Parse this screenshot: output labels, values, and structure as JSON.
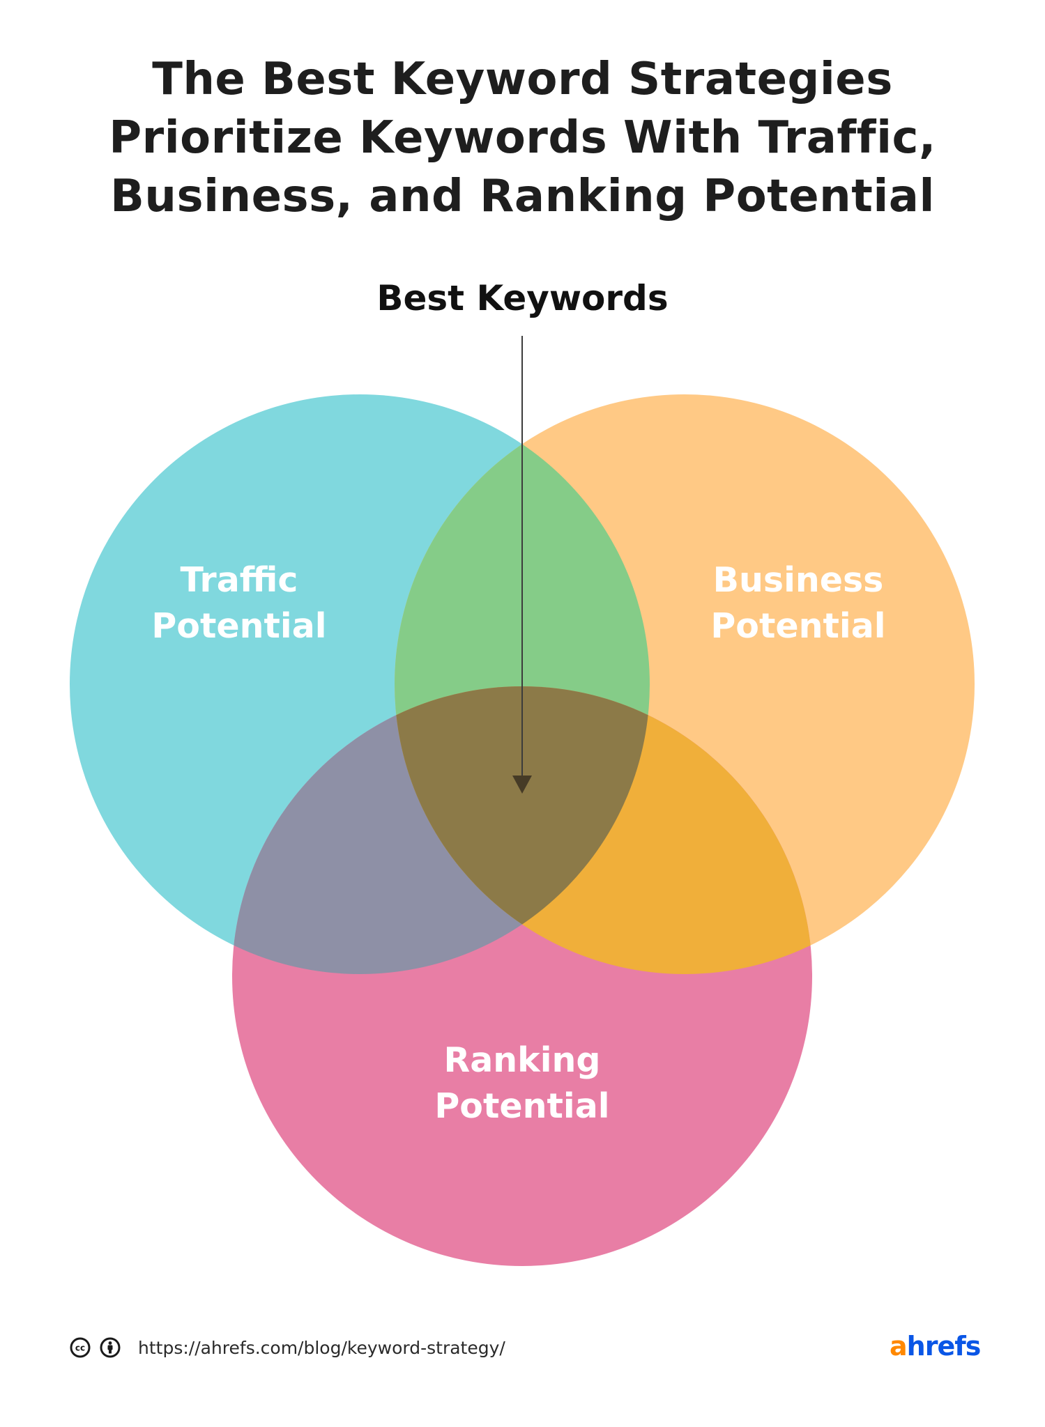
{
  "title": {
    "lines": [
      "The Best Keyword Strategies",
      "Prioritize Keywords With Traffic,",
      "Business, and Ranking Potential"
    ]
  },
  "pointer": {
    "label": "Best Keywords",
    "icon": "arrow-down-icon"
  },
  "venn": {
    "circles": [
      {
        "id": "traffic",
        "label_lines": [
          "Traffic",
          "Potential"
        ],
        "color": "#80D8DE"
      },
      {
        "id": "business",
        "label_lines": [
          "Business",
          "Potential"
        ],
        "color": "#FFC985"
      },
      {
        "id": "ranking",
        "label_lines": [
          "Ranking",
          "Potential"
        ],
        "color": "#E87EA5"
      }
    ],
    "overlaps": {
      "traffic_business": "#85CC88",
      "traffic_ranking": "#8E90A6",
      "business_ranking": "#F0AF3A",
      "all_three": "#8C7A48"
    },
    "center_label": "Best Keywords"
  },
  "footer": {
    "license_icons": [
      "creative-commons-icon",
      "attribution-icon"
    ],
    "url": "https://ahrefs.com/blog/keyword-strategy/"
  },
  "logo": {
    "first": "a",
    "rest": "hrefs",
    "colors": {
      "first": "#FF8800",
      "rest": "#0A56E6"
    }
  }
}
